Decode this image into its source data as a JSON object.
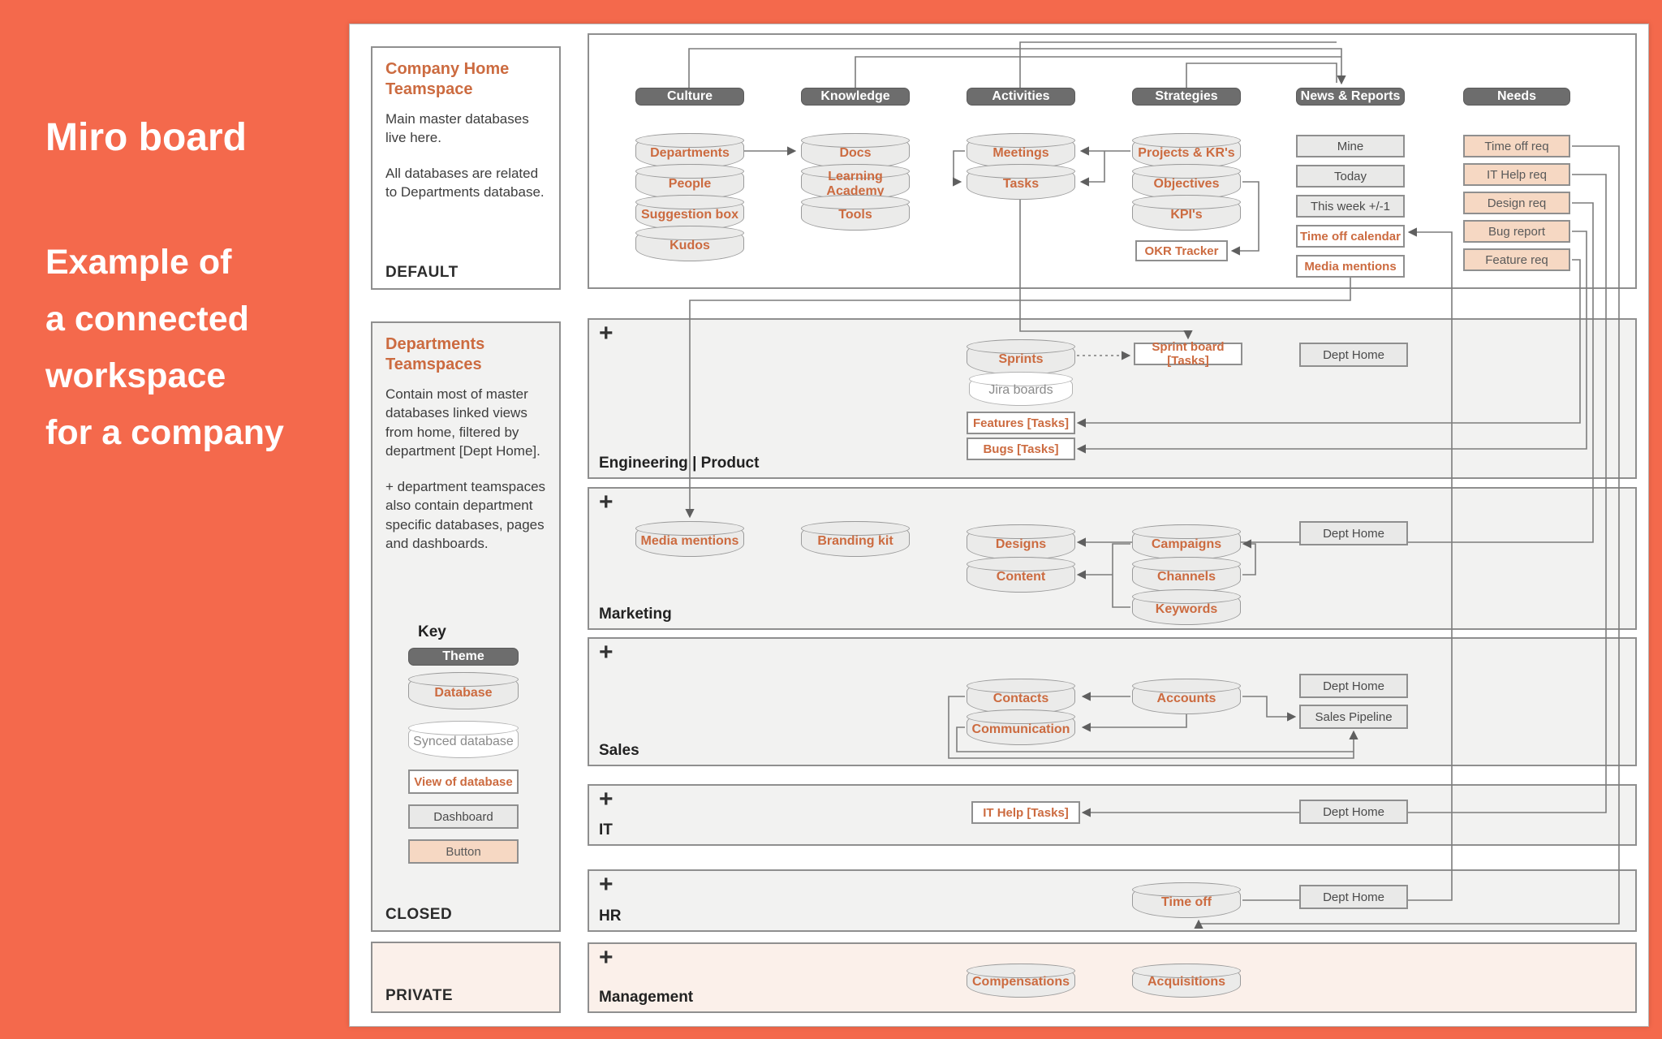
{
  "hero": {
    "title": "Miro board",
    "line1": "Example of",
    "line2": "a connected",
    "line3": "workspace",
    "line4": "for a company"
  },
  "company_home": {
    "title": "Company Home Teamspace",
    "p1": "Main master databases live here.",
    "p2": "All databases are related to Departments database.",
    "footer": "DEFAULT"
  },
  "departments_panel": {
    "title": "Departments Teamspaces",
    "p1": "Contain most of master databases linked views from home, filtered by department [Dept Home].",
    "p2": "+ department teamspaces also contain department specific databases, pages and dashboards.",
    "key_label": "Key",
    "legend": {
      "theme": "Theme",
      "database": "Database",
      "synced": "Synced database",
      "view": "View of database",
      "dashboard": "Dashboard",
      "button": "Button"
    },
    "footer": "CLOSED"
  },
  "private_panel": {
    "footer": "PRIVATE"
  },
  "themes": {
    "culture": "Culture",
    "knowledge": "Knowledge",
    "activities": "Activities",
    "strategies": "Strategies",
    "news": "News & Reports",
    "needs": "Needs"
  },
  "db": {
    "departments": "Departments",
    "people": "People",
    "suggestion_box": "Suggestion box",
    "kudos": "Kudos",
    "docs": "Docs",
    "learning_academy": "Learning Academy",
    "tools": "Tools",
    "meetings": "Meetings",
    "tasks": "Tasks",
    "projects_krs": "Projects & KR's",
    "objectives": "Objectives",
    "kpis": "KPI's",
    "sprints": "Sprints",
    "jira_boards": "Jira boards",
    "media_mentions": "Media mentions",
    "branding_kit": "Branding kit",
    "designs": "Designs",
    "content": "Content",
    "campaigns": "Campaigns",
    "channels": "Channels",
    "keywords": "Keywords",
    "contacts": "Contacts",
    "communication": "Communication",
    "accounts": "Accounts",
    "time_off": "Time off",
    "compensations": "Compensations",
    "acquisitions": "Acquisitions"
  },
  "views": {
    "okr_tracker": "OKR Tracker",
    "time_off_calendar": "Time off calendar",
    "media_mentions": "Media mentions",
    "sprint_board": "Sprint board [Tasks]",
    "features": "Features [Tasks]",
    "bugs": "Bugs [Tasks]",
    "it_help": "IT Help [Tasks]"
  },
  "dashboards": {
    "mine": "Mine",
    "today": "Today",
    "this_week": "This week +/-1",
    "dept_home": "Dept Home",
    "sales_pipeline": "Sales Pipeline"
  },
  "buttons": {
    "time_off_req": "Time off req",
    "it_help_req": "IT Help req",
    "design_req": "Design req",
    "bug_report": "Bug report",
    "feature_req": "Feature req"
  },
  "sections": {
    "engineering": "Engineering | Product",
    "marketing": "Marketing",
    "sales": "Sales",
    "it": "IT",
    "hr": "HR",
    "management": "Management",
    "plus": "+"
  },
  "colors": {
    "background": "#f4694c",
    "accent_text": "#cc6b40",
    "theme_pill": "#6d6d6d",
    "button_fill": "#f6d8c3",
    "private_fill": "#fbf0ea"
  }
}
